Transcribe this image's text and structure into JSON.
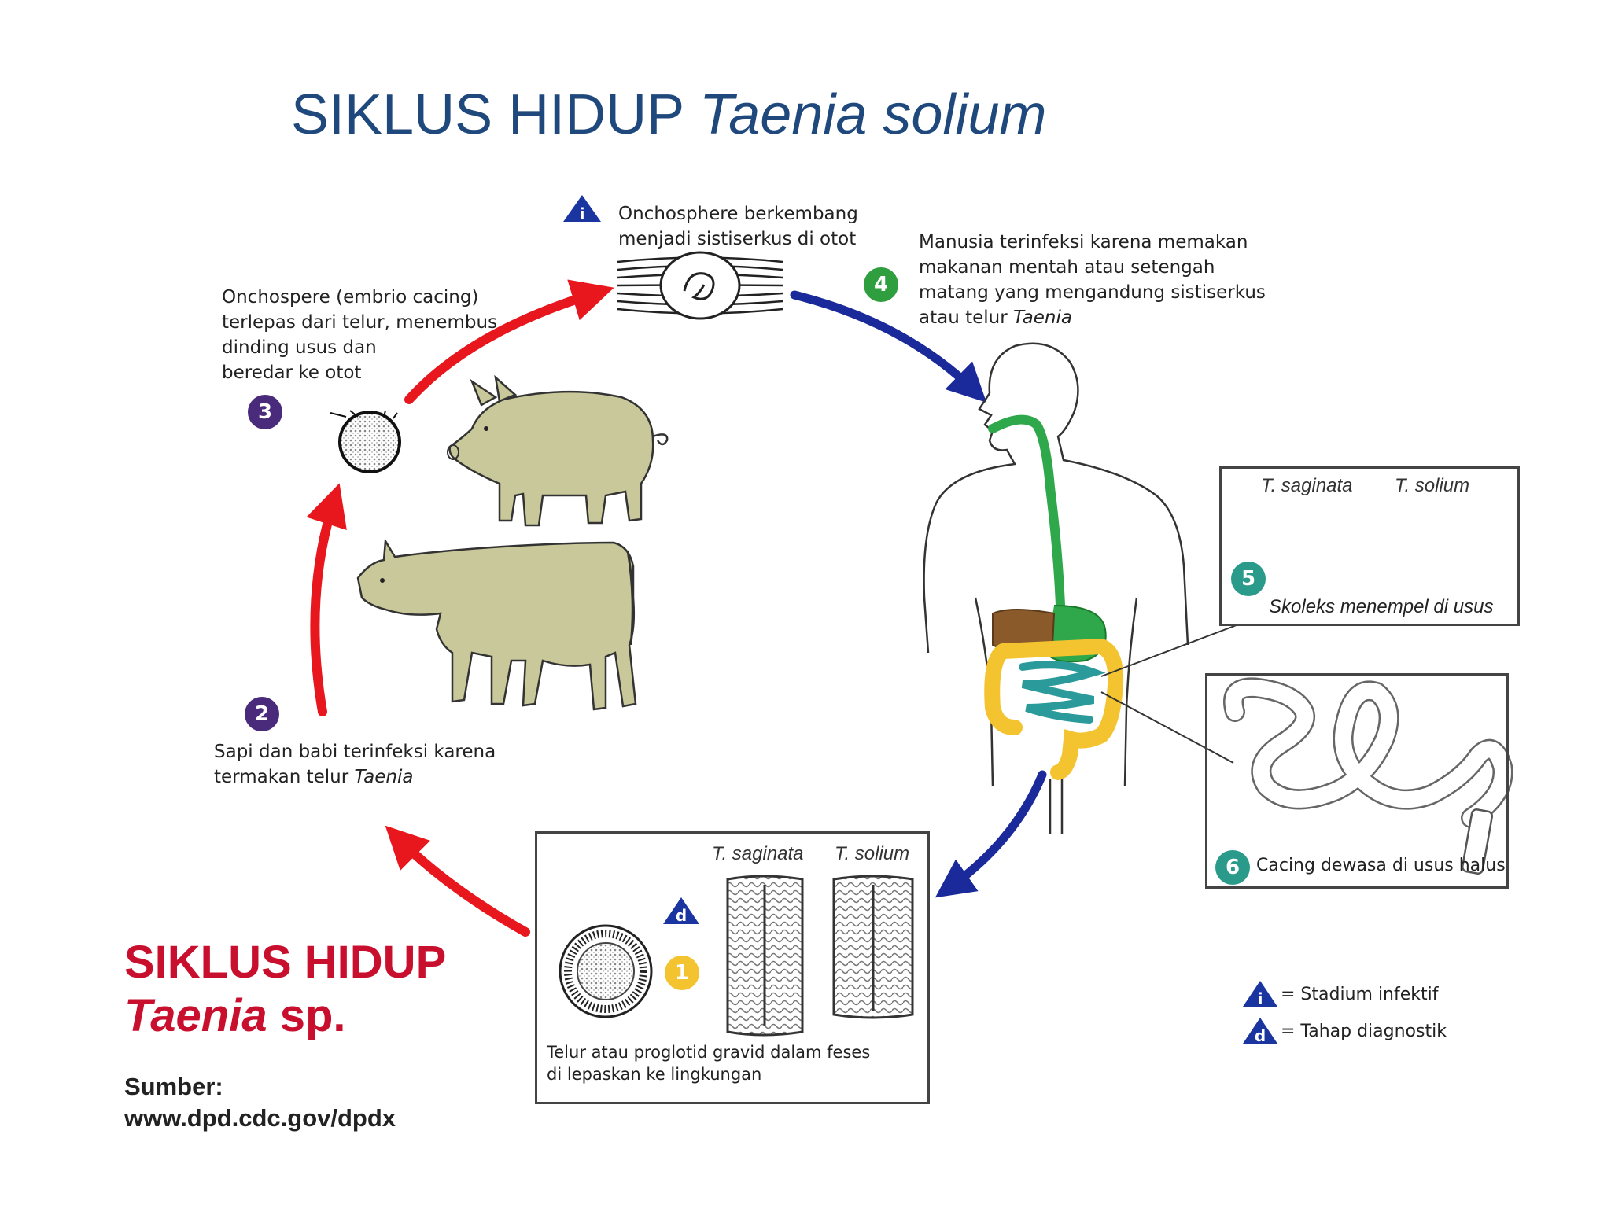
{
  "title": {
    "main": "SIKLUS HIDUP",
    "italic": "Taenia solium"
  },
  "stages": {
    "infective_text_1": "Onchosphere berkembang",
    "infective_text_2": "menjadi sistiserkus di otot",
    "s3_badge": "3",
    "s3_text": [
      "Onchospere (embrio cacing)",
      "terlepas dari telur, menembus",
      "dinding usus dan",
      "beredar ke otot"
    ],
    "s4_badge": "4",
    "s4_text": [
      "Manusia terinfeksi karena memakan",
      "makanan mentah atau setengah",
      "matang yang mengandung  sistiserkus"
    ],
    "s4_last_prefix": "atau telur ",
    "s4_last_italic": "Taenia",
    "s2_badge": "2",
    "s2_text_1": "Sapi dan babi terinfeksi karena",
    "s2_text_2_prefix": "termakan telur ",
    "s2_text_2_italic": "Taenia",
    "s5_badge": "5",
    "s5_species_1": "T. saginata",
    "s5_species_2": "T. solium",
    "s5_caption": "Skoleks menempel di usus",
    "s6_badge": "6",
    "s6_caption": "Cacing dewasa di usus halus",
    "s1_badge": "1",
    "d_badge": "d",
    "s1_species_1": "T. saginata",
    "s1_species_2": "T. solium",
    "s1_caption_1": "Telur atau proglotid gravid dalam feses",
    "s1_caption_2": "di lepaskan ke lingkungan"
  },
  "heading": {
    "line1": "SIKLUS HIDUP",
    "line2_italic": "Taenia",
    "line2_rest": " sp."
  },
  "source": {
    "label": "Sumber:",
    "url": "www.dpd.cdc.gov/dpdx"
  },
  "legend": {
    "infective_symbol": "i",
    "infective_label": "= Stadium infektif",
    "diagnostic_symbol": "d",
    "diagnostic_label": "=  Tahap diagnostik"
  },
  "colors": {
    "title": "#1f497d",
    "heading": "#c8102e",
    "arrow_red": "#e8161d",
    "arrow_blue": "#1a2a9a",
    "badge_purple": "#4a2a7a",
    "badge_green": "#2e9e3e",
    "badge_teal": "#2a9a8a",
    "badge_yellow": "#f4c430",
    "triangle_blue": "#1a35a0",
    "animal_fill": "#c8c89a",
    "gut_green": "#2ea84a",
    "gut_yellow": "#f4c430",
    "gut_teal": "#2a9a9a",
    "liver_brown": "#8b5a2b"
  }
}
